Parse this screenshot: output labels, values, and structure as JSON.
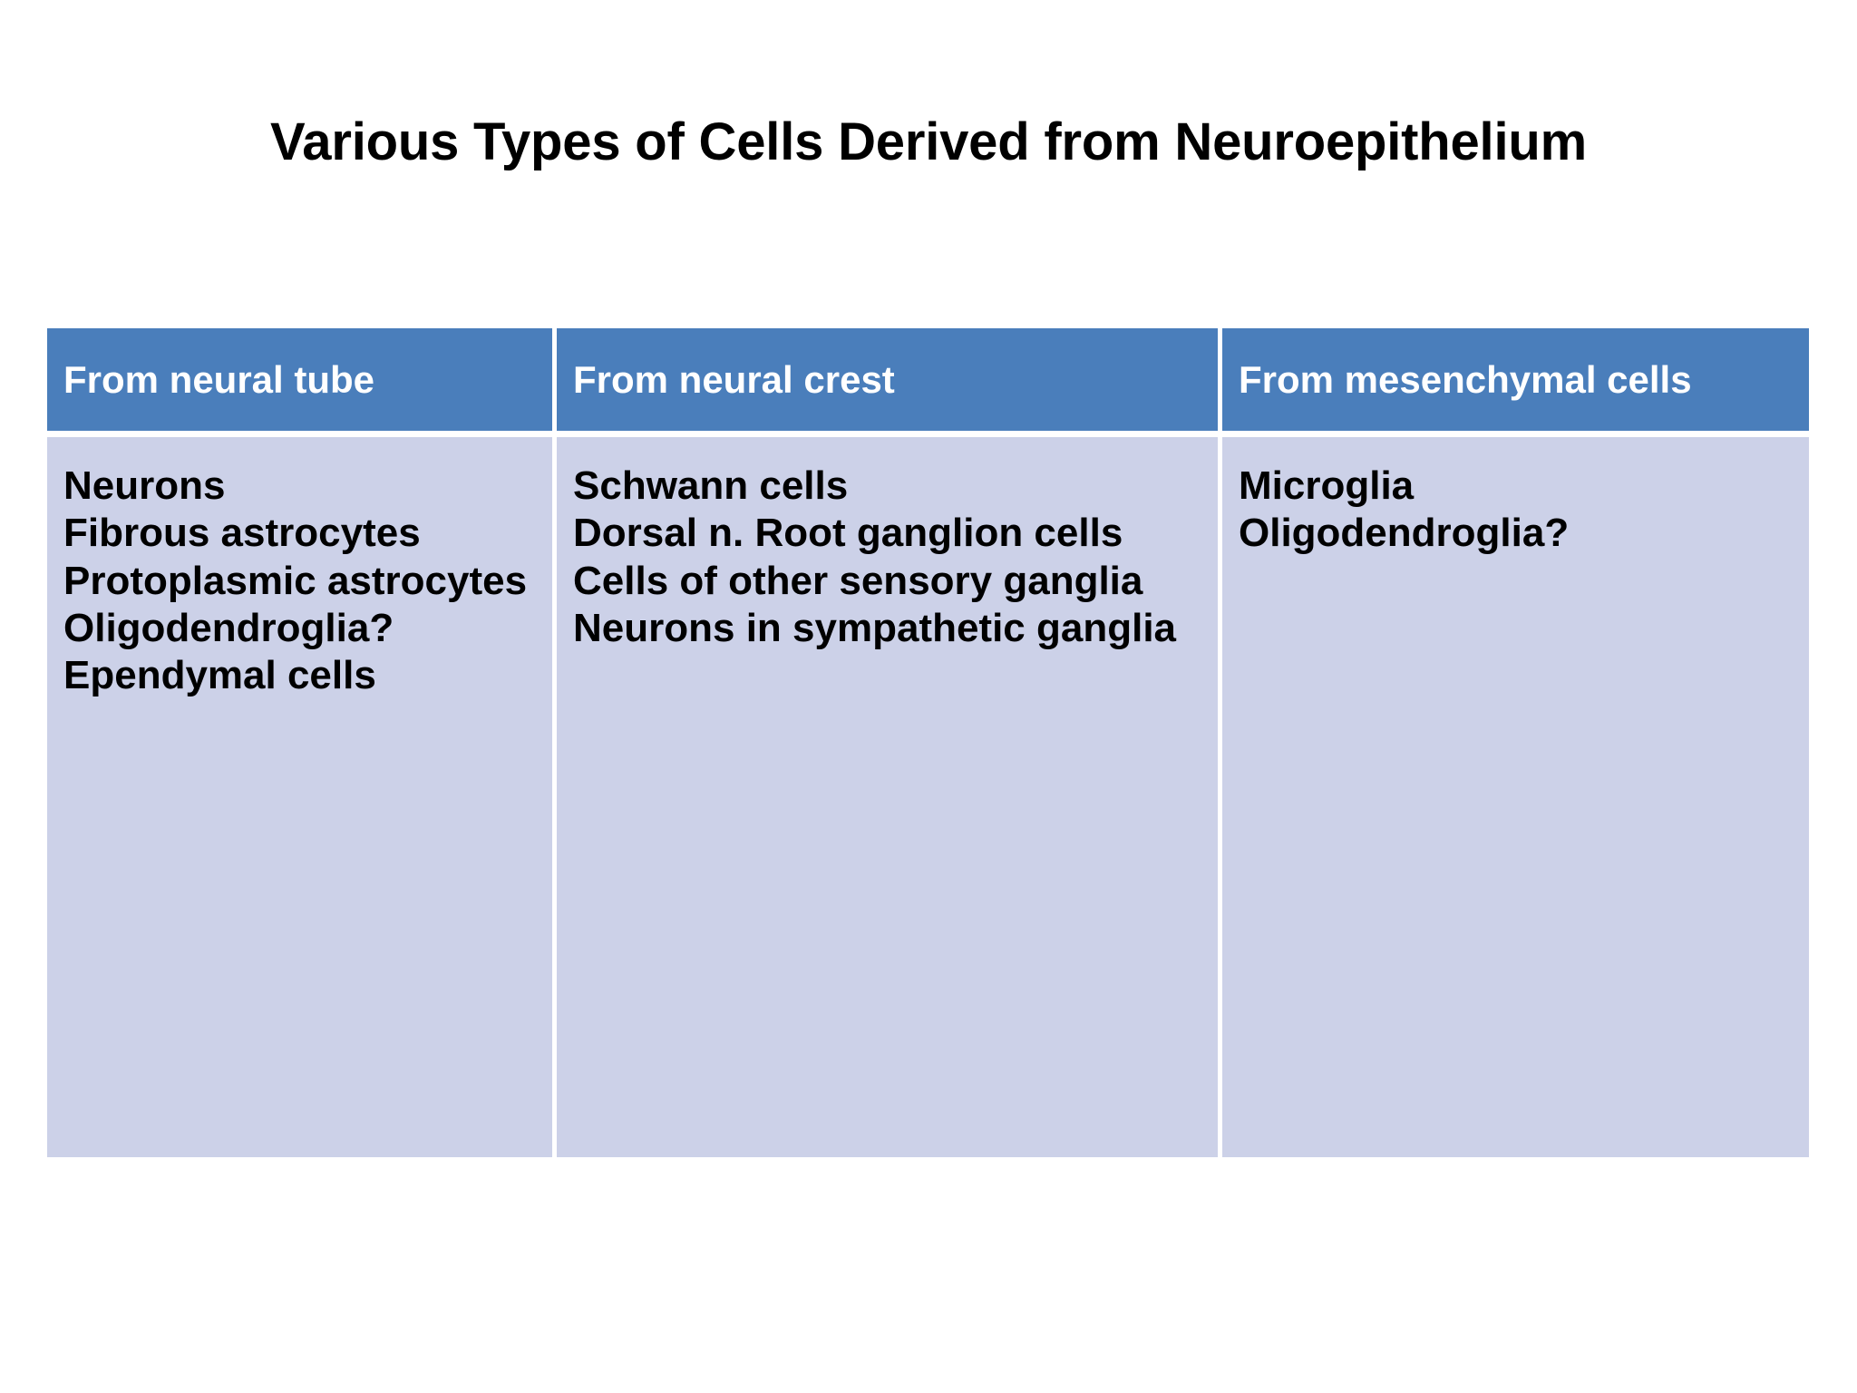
{
  "slide": {
    "title": "Various Types of Cells Derived from Neuroepithelium",
    "background_color": "#ffffff",
    "title_color": "#000000"
  },
  "table": {
    "header_background_color": "#4a7ebb",
    "header_text_color": "#ffffff",
    "body_background_color": "#ccd1e8",
    "body_text_color": "#000000",
    "gridline_color": "#ffffff",
    "columns": [
      {
        "header": "From neural tube",
        "items": [
          "Neurons",
          "Fibrous astrocytes",
          "Protoplasmic astrocytes",
          "Oligodendroglia?",
          "Ependymal cells"
        ]
      },
      {
        "header": "From neural crest",
        "items": [
          "Schwann cells",
          "Dorsal n. Root ganglion cells",
          "Cells of other sensory ganglia",
          "Neurons in sympathetic ganglia"
        ]
      },
      {
        "header": "From mesenchymal cells",
        "items": [
          "Microglia",
          "Oligodendroglia?"
        ]
      }
    ]
  }
}
